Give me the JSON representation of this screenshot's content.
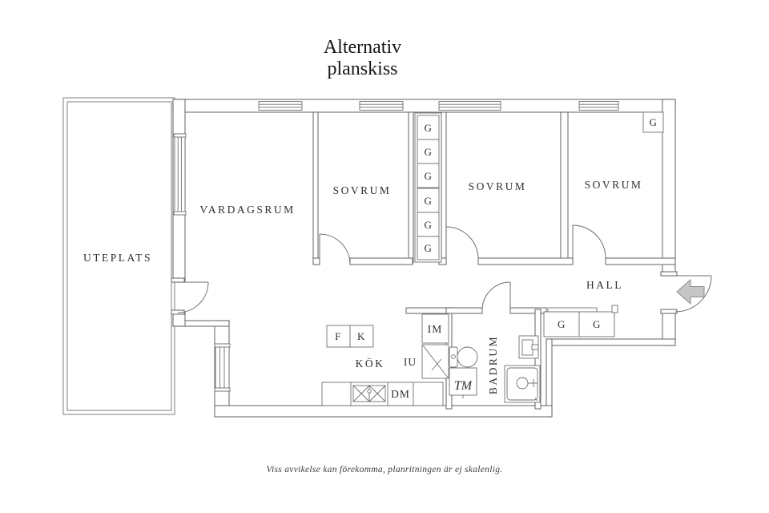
{
  "title": {
    "line1": "Alternativ",
    "line2": "planskiss"
  },
  "disclaimer": "Viss avvikelse kan förekomma, planritningen är ej skalenlig.",
  "rooms": {
    "uteplats": {
      "label": "UTEPLATS"
    },
    "vardagsrum": {
      "label": "VARDAGSRUM"
    },
    "sovrum_1": {
      "label": "SOVRUM"
    },
    "sovrum_2": {
      "label": "SOVRUM"
    },
    "sovrum_3": {
      "label": "SOVRUM"
    },
    "hall": {
      "label": "HALL"
    },
    "kok": {
      "label": "KÖK"
    },
    "badrum": {
      "label": "BADRUM"
    }
  },
  "fixtures": {
    "g": "G",
    "f": "F",
    "k": "K",
    "im": "IM",
    "iu": "IU",
    "dm": "DM",
    "tm": "TM"
  },
  "colors": {
    "wall": "#6f6f6f",
    "text": "#2f2f2f",
    "arrow_fill": "#c6c6c6",
    "arrow_stroke": "#8f8f8f"
  }
}
